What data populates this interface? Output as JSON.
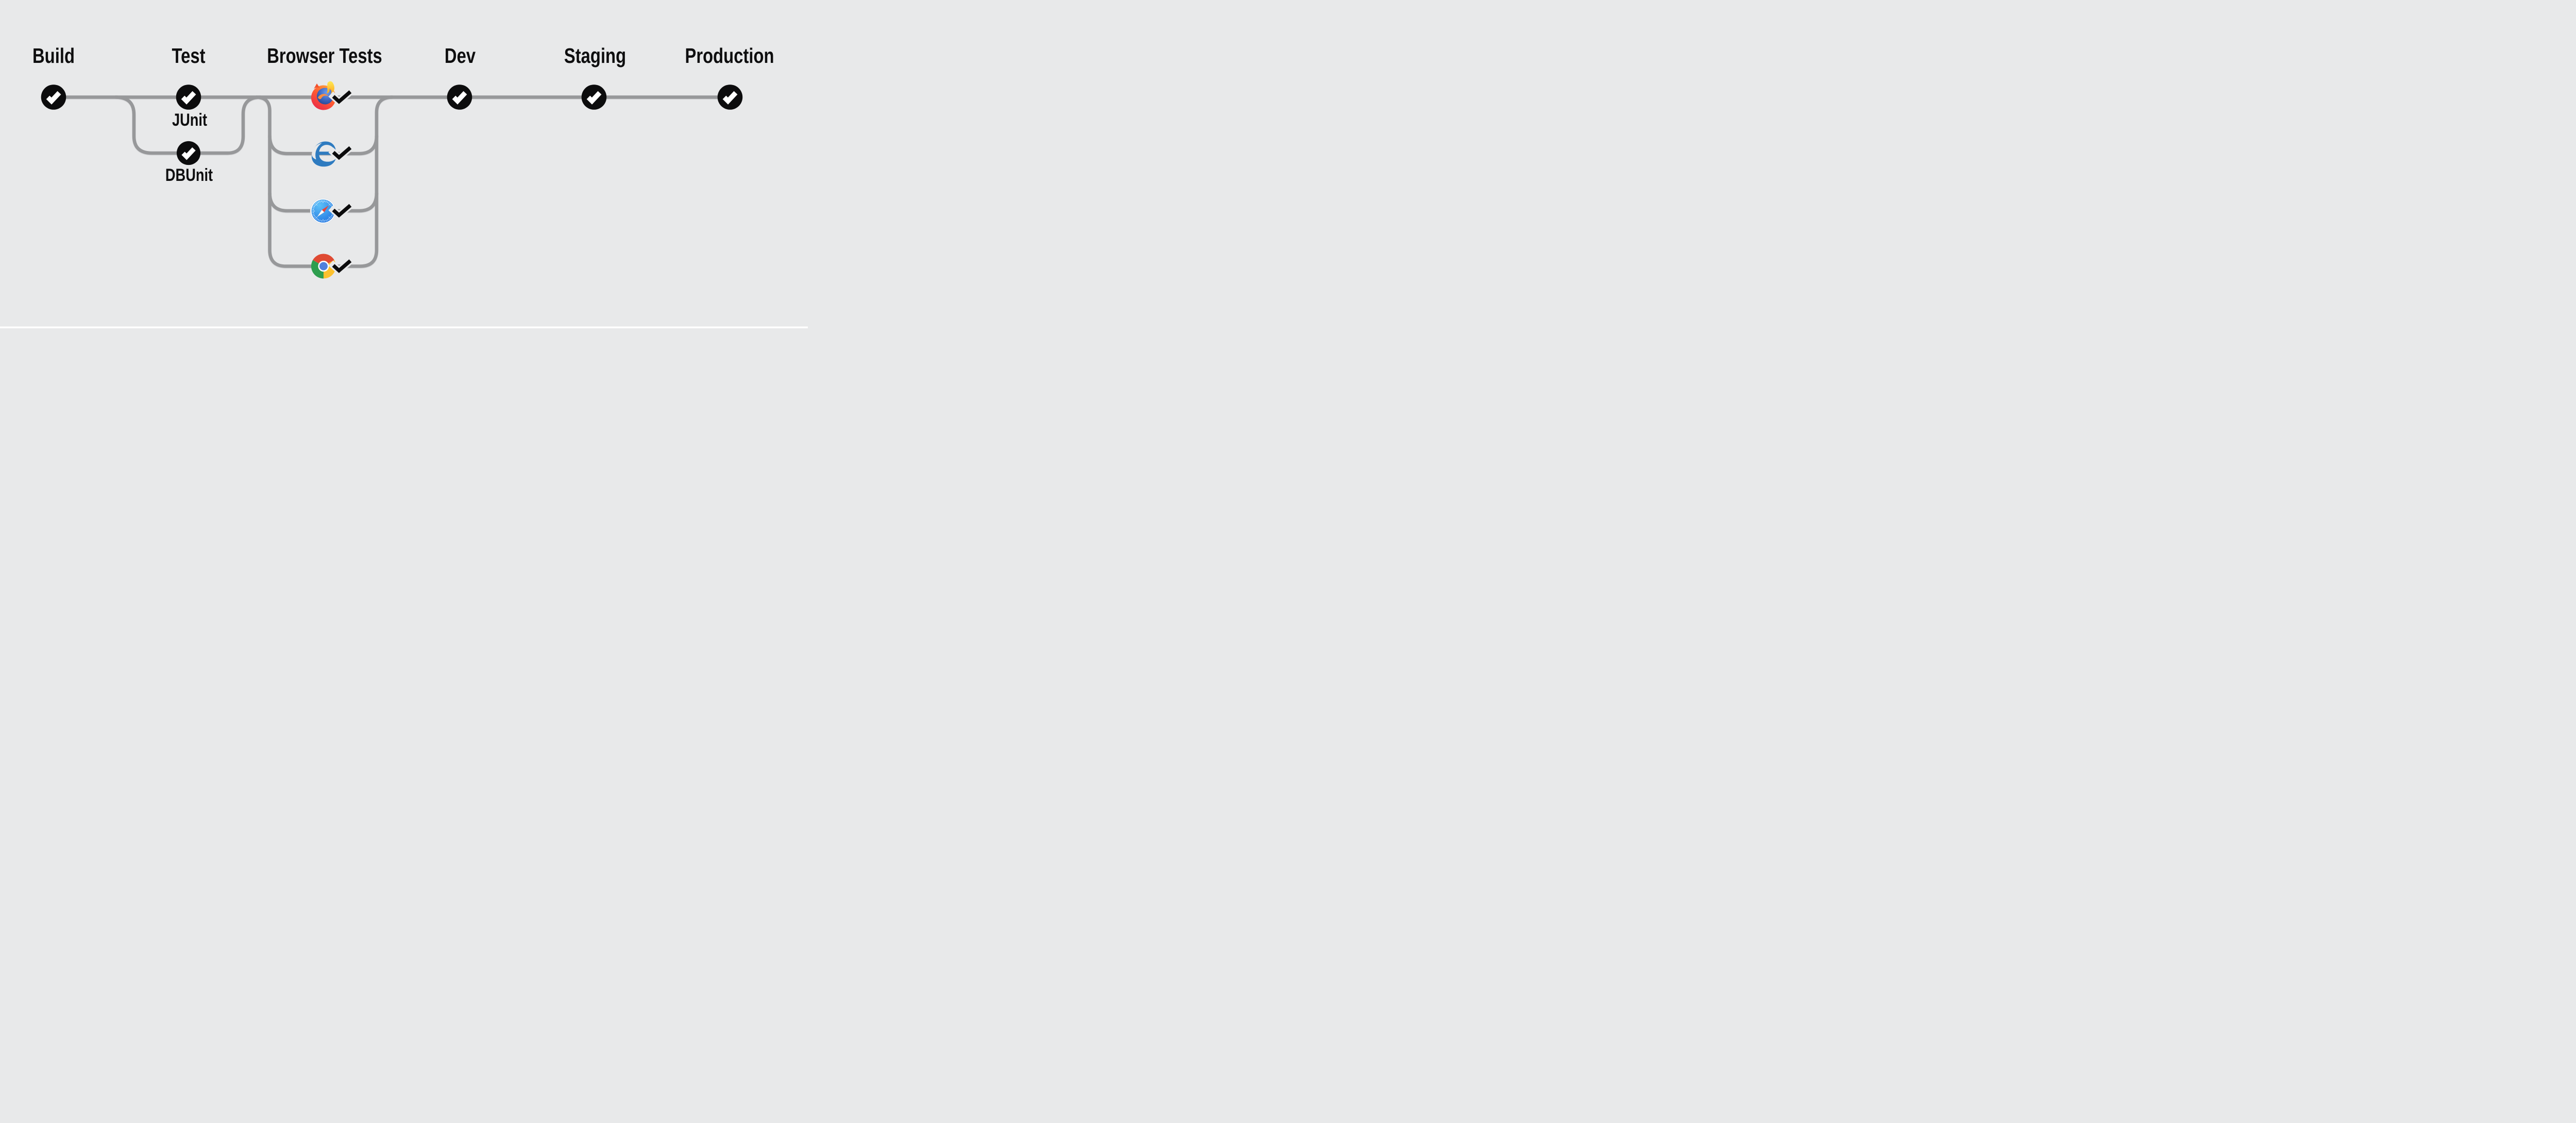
{
  "pipeline": {
    "stages": [
      {
        "label": "Build",
        "status": "passed"
      },
      {
        "label": "Test",
        "status": "passed",
        "substeps": [
          {
            "label": "JUnit",
            "status": "passed"
          },
          {
            "label": "DBUnit",
            "status": "passed"
          }
        ]
      },
      {
        "label": "Browser Tests",
        "status": "passed",
        "substeps": [
          {
            "icon": "firefox-icon",
            "status": "passed"
          },
          {
            "icon": "edge-icon",
            "status": "passed"
          },
          {
            "icon": "safari-icon",
            "status": "passed"
          },
          {
            "icon": "chrome-icon",
            "status": "passed"
          }
        ]
      },
      {
        "label": "Dev",
        "status": "passed"
      },
      {
        "label": "Staging",
        "status": "passed"
      },
      {
        "label": "Production",
        "status": "passed"
      }
    ],
    "colors": {
      "background": "#e8e9ea",
      "line": "#97989a",
      "node": "#0c0c0d",
      "node_check": "#ffffff",
      "edge_blue": "#2e7bc0",
      "chrome_red": "#df4a33",
      "chrome_green": "#2e9e4f",
      "chrome_yellow": "#fcc12e",
      "chrome_blue": "#5080dc",
      "safari_blue": "#1f7ae4",
      "firefox_orange": "#ff5b32",
      "firefox_flame": "#ffd948",
      "firefox_globe": "#2b509e"
    }
  }
}
